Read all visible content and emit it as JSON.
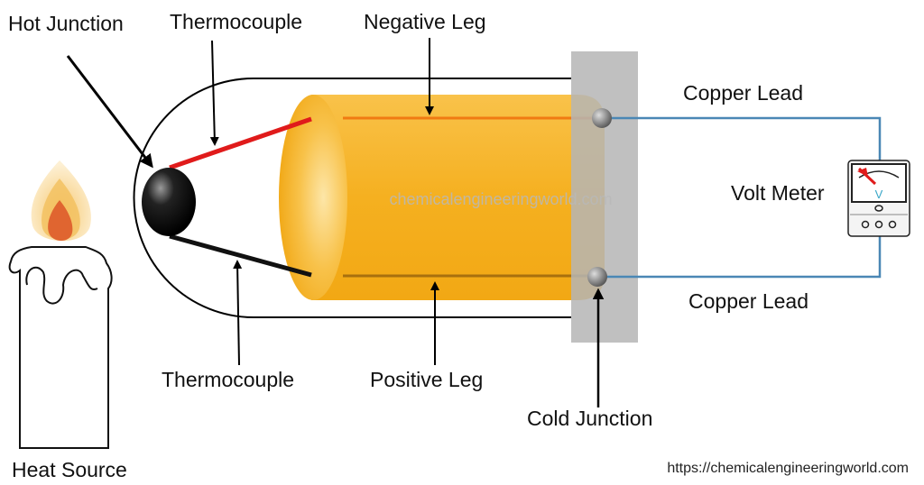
{
  "labels": {
    "hot_junction": "Hot Junction",
    "thermocouple_top": "Thermocouple",
    "negative_leg": "Negative Leg",
    "copper_lead_top": "Copper Lead",
    "volt_meter": "Volt Meter",
    "copper_lead_bottom": "Copper Lead",
    "thermocouple_bottom": "Thermocouple",
    "positive_leg": "Positive Leg",
    "cold_junction": "Cold Junction",
    "heat_source": "Heat Source"
  },
  "meter_symbol": "V",
  "watermark": "chemicalengineeringworld.com",
  "source_url": "https://chemicalengineeringworld.com",
  "colors": {
    "copper_lead": "#4a87b5",
    "red_leg": "#e01b1b",
    "cylinder": "#f6b21c",
    "plate": "#b5b5b5"
  }
}
